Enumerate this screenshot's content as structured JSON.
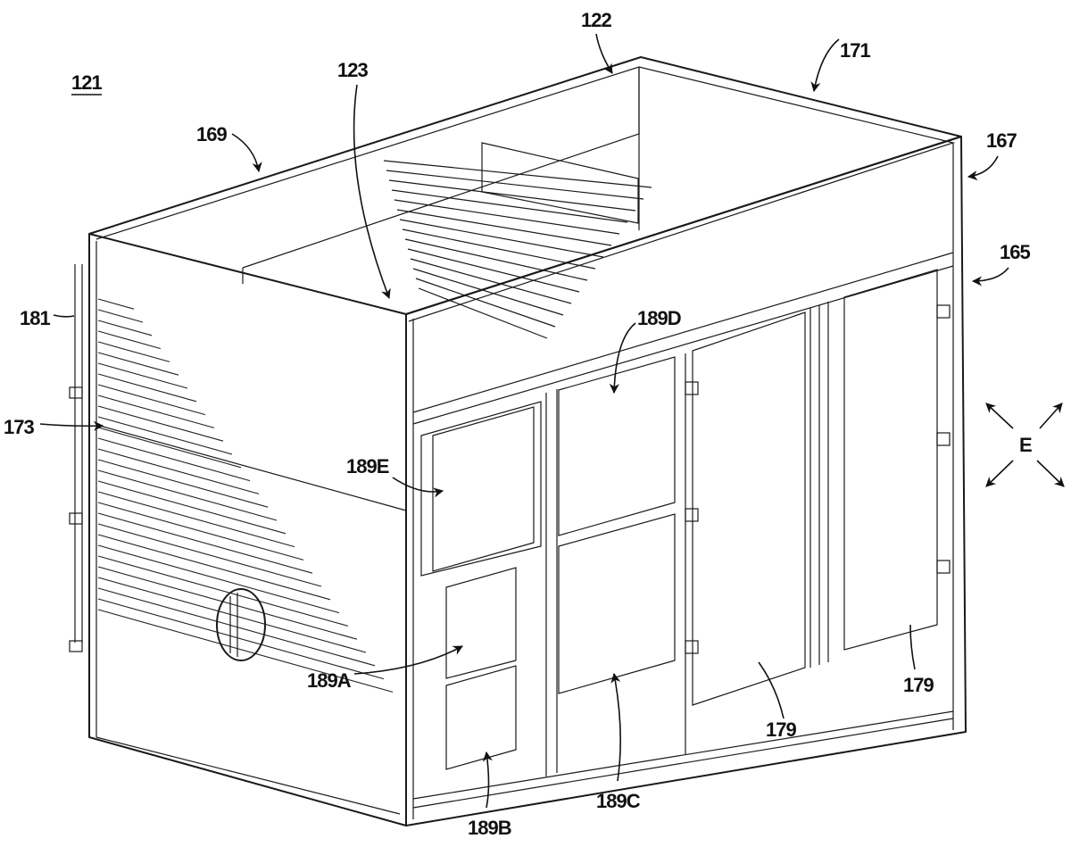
{
  "figure": {
    "title_ref": "121",
    "labels": [
      {
        "id": "122",
        "text": "122"
      },
      {
        "id": "123",
        "text": "123"
      },
      {
        "id": "169",
        "text": "169"
      },
      {
        "id": "171",
        "text": "171"
      },
      {
        "id": "167",
        "text": "167"
      },
      {
        "id": "165",
        "text": "165"
      },
      {
        "id": "181",
        "text": "181"
      },
      {
        "id": "173",
        "text": "173"
      },
      {
        "id": "189D",
        "text": "189D"
      },
      {
        "id": "189E",
        "text": "189E"
      },
      {
        "id": "189A",
        "text": "189A"
      },
      {
        "id": "189B",
        "text": "189B"
      },
      {
        "id": "189C",
        "text": "189C"
      },
      {
        "id": "179a",
        "text": "179"
      },
      {
        "id": "179b",
        "text": "179"
      },
      {
        "id": "E",
        "text": "E"
      }
    ],
    "colors": {
      "line": "#1a1a1a",
      "background": "#ffffff"
    }
  }
}
